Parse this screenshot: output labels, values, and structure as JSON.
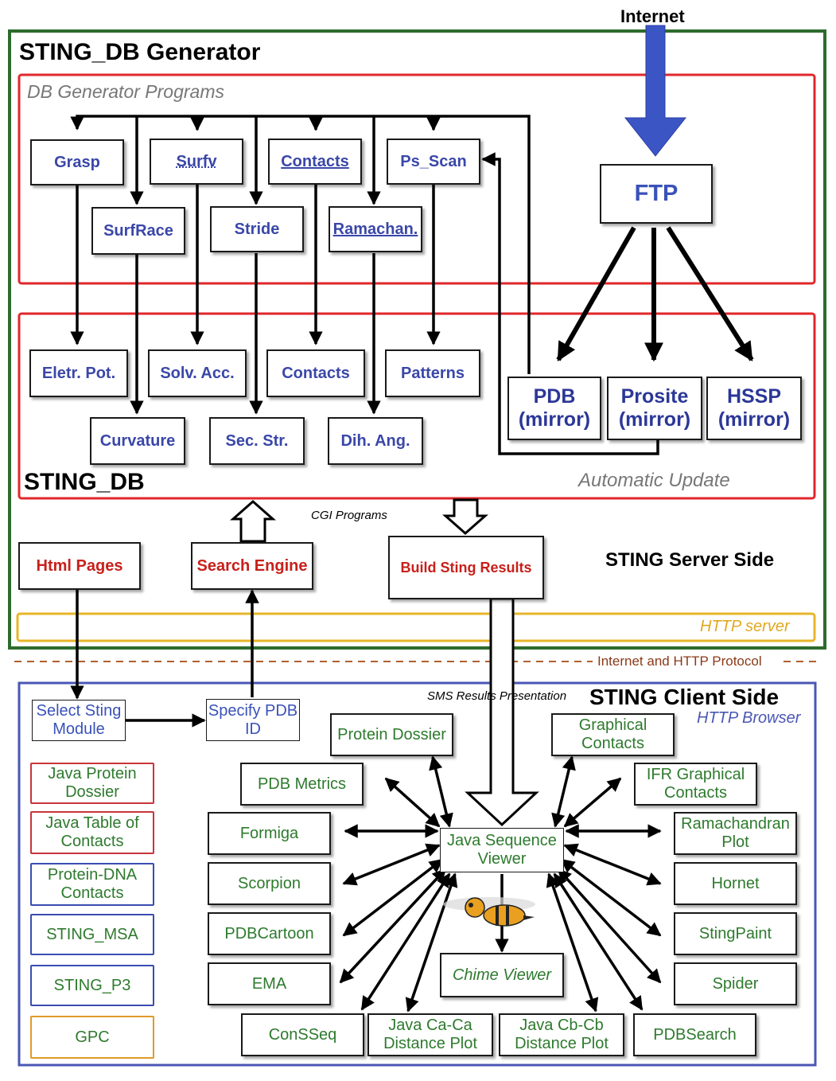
{
  "top_label": "Internet",
  "generator": {
    "title": "STING_DB Generator",
    "programs_title": "DB Generator Programs",
    "programs": {
      "grasp": "Grasp",
      "surfv": "Surfv",
      "contacts": "Contacts",
      "ps_scan": "Ps_Scan",
      "surfrace": "SurfRace",
      "stride": "Stride",
      "ramachan": "Ramachan."
    },
    "ftp": "FTP"
  },
  "sting_db": {
    "title": "STING_DB",
    "update_label": "Automatic Update",
    "outputs": {
      "eletr_pot": "Eletr. Pot.",
      "solv_acc": "Solv. Acc.",
      "contacts": "Contacts",
      "patterns": "Patterns",
      "curvature": "Curvature",
      "sec_str": "Sec. Str.",
      "dih_ang": "Dih. Ang."
    },
    "mirrors": {
      "pdb_name": "PDB",
      "prosite_name": "Prosite",
      "hssp_name": "HSSP",
      "suffix": "(mirror)"
    }
  },
  "server": {
    "cgi_label": "CGI Programs",
    "html_pages": "Html Pages",
    "search_engine": "Search Engine",
    "build_results": "Build Sting Results",
    "side_label": "STING Server Side",
    "http_server": "HTTP server"
  },
  "protocol_label": "Internet and HTTP Protocol",
  "client": {
    "sms_label": "SMS Results Presentation",
    "side_label": "STING Client Side",
    "browser_label": "HTTP Browser",
    "select_module": "Select Sting Module",
    "specify_pdb": "Specify PDB ID",
    "modules": [
      {
        "label": "Java Protein Dossier",
        "color": "#c8353a"
      },
      {
        "label": "Java Table of Contacts",
        "color": "#c8353a"
      },
      {
        "label": "Protein-DNA Contacts",
        "color": "#3a4db0"
      },
      {
        "label": "STING_MSA",
        "color": "#3a4db0"
      },
      {
        "label": "STING_P3",
        "color": "#3a4db0"
      },
      {
        "label": "GPC",
        "color": "#e09a2a"
      }
    ],
    "viewer": "Java Sequence Viewer",
    "chime": "Chime Viewer",
    "tools": {
      "protein_dossier": "Protein Dossier",
      "graphical_contacts": "Graphical Contacts",
      "pdb_metrics": "PDB Metrics",
      "ifr_graphical_contacts": "IFR Graphical Contacts",
      "formiga": "Formiga",
      "ramachandran_plot": "Ramachandran Plot",
      "scorpion": "Scorpion",
      "hornet": "Hornet",
      "pdbcartoon": "PDBCartoon",
      "stingpaint": "StingPaint",
      "ema": "EMA",
      "spider": "Spider",
      "conseq": "ConSSeq",
      "java_caca": "Java Ca-Ca Distance Plot",
      "java_cbcb": "Java Cb-Cb Distance Plot",
      "pdbsearch": "PDBSearch"
    }
  },
  "colors": {
    "generator_border": "#2d6b2d",
    "program_border": "#e0272b",
    "http_server": "#e8b52a",
    "client_border": "#4a57b4",
    "internet_arrow": "#3b56c4",
    "protocol_line": "#b06030"
  },
  "icons": [
    "bee-icon"
  ]
}
